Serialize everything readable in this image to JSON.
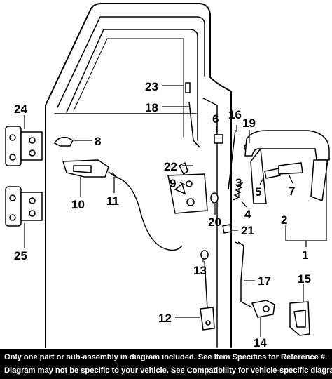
{
  "diagram": {
    "callouts": {
      "c1": "1",
      "c2": "2",
      "c3": "3",
      "c4": "4",
      "c5": "5",
      "c6": "6",
      "c7": "7",
      "c8": "8",
      "c9": "9",
      "c10": "10",
      "c11": "11",
      "c12": "12",
      "c13": "13",
      "c14": "14",
      "c15": "15",
      "c16": "16",
      "c17": "17",
      "c18": "18",
      "c19": "19",
      "c20": "20",
      "c21": "21",
      "c22": "22",
      "c23": "23",
      "c24": "24",
      "c25": "25"
    }
  },
  "footer": {
    "line1": "Only one part or sub-assembly in diagram included. See Item Specifics for Reference #.",
    "line2": "Diagram may not be specific to your vehicle. See Compatibility for vehicle-specific diagrams."
  }
}
